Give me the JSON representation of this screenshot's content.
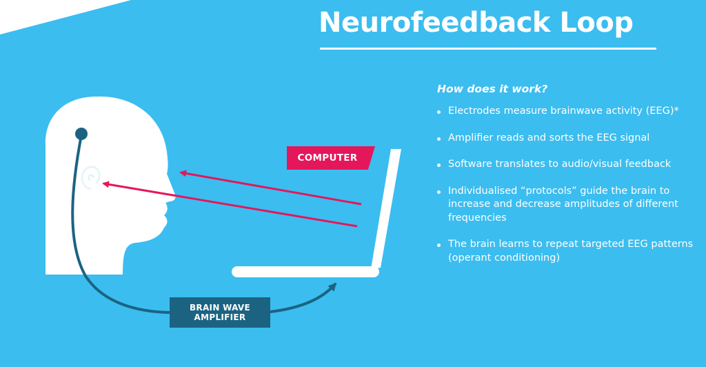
{
  "title": "Neurofeedback Loop",
  "diagram": {
    "computer_label": "COMPUTER",
    "amplifier_label": "BRAIN WAVE AMPLIFIER"
  },
  "info": {
    "heading": "How does it work?",
    "steps": [
      "Electrodes measure brainwave activity (EEG)*",
      "Amplifier reads and sorts the EEG signal",
      "Software translates to audio/visual feedback",
      "Individualised “protocols” guide the brain to increase and decrease amplitudes of different frequencies",
      "The brain learns to repeat targeted EEG patterns (operant conditioning)"
    ]
  },
  "colors": {
    "background": "#3bbdf0",
    "accent_pink": "#e4175a",
    "dark_teal": "#1c6382",
    "white": "#ffffff"
  }
}
